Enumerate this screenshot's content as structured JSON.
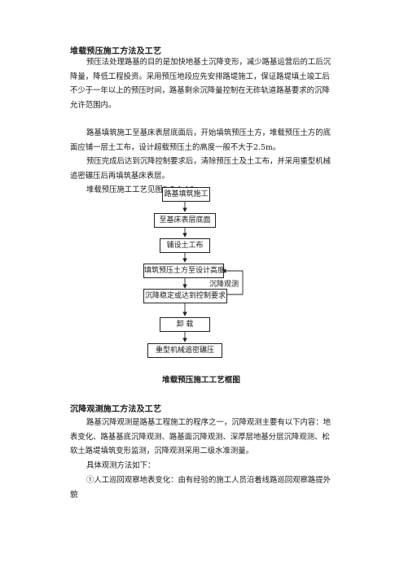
{
  "section1": {
    "title": "堆载预压施工方法及工艺",
    "p1": "预压法处理路基的目的是加快地基土沉降变形，减少路基运营后的工后沉降量，降低工程投资。采用预压地段应先安排路堤施工，保证路堤填土竣工后不少于一年以上的预压时间，路基剩余沉降量控制在无砟轨道路基要求的沉降允许范围内。",
    "p2": "路基填筑施工至基床表层底面后，开始填筑预压土方，堆载预压土方的底面应铺一层土工布，设计超载预压土的高度一般不大于2.5m。",
    "p3": "预压完成后达到沉降控制要求后，清除预压土及土工布，并采用重型机械追密碾压后再填筑基床表层。",
    "p4": "堆载预压施工工艺见图2.5.1-18。"
  },
  "flowchart": {
    "steps": [
      "路基填筑施工",
      "至基床表层底面",
      "铺设土工布",
      "填筑预压土方至设计高度",
      "沉降稳定或达到控制要求",
      "卸    载",
      "重型机械追密碾压"
    ],
    "loop_label": "沉降观测",
    "caption": "堆载预压施工工艺框图"
  },
  "section2": {
    "title": "沉降观测施工方法及工艺",
    "p1": "路基沉降观测是路基工程施工的程序之一，沉降观测主要有以下内容：地表变化、路基基底沉降观测、路基面沉降观测、深厚层地基分层沉降观测、松软土路堤填筑变形监测，沉降观测采用二级水准测量。",
    "p2": "具体观测方法如下：",
    "p3": "①人工巡回观察地表变化：由有经验的施工人员沿着线路巡回观察路提外貌"
  }
}
